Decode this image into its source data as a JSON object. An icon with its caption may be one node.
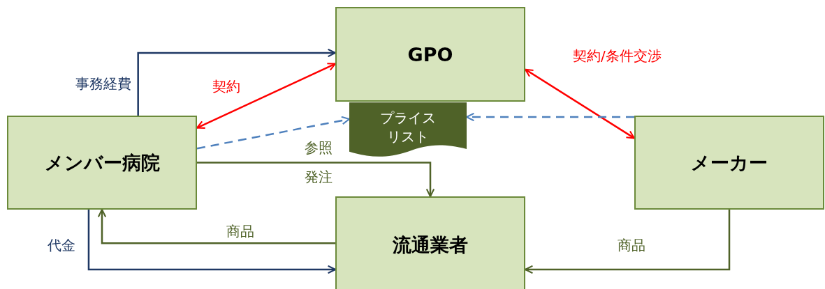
{
  "diagram": {
    "nodes": [
      {
        "text": [
          "GPO"
        ]
      },
      {
        "text": [
          "プライスリスト"
        ]
      },
      {
        "text": [
          "メンバー病院"
        ]
      },
      {
        "text": [
          "流通業者"
        ]
      },
      {
        "text": [
          "メーカー"
        ]
      }
    ],
    "edges": [
      {
        "from": 2,
        "to": 0,
        "arrow": "to",
        "label": "事務経費",
        "color": "#1f3864"
      },
      {
        "from": 2,
        "to": 0,
        "arrow": "both",
        "label": "契約",
        "color": "#ff0000"
      },
      {
        "from": 2,
        "to": 1,
        "arrow": "to",
        "style": "dashed",
        "color": "#4f81bd"
      },
      {
        "from": 0,
        "to": 4,
        "arrow": "both",
        "label": "契約/条件交渉",
        "color": "#ff0000"
      },
      {
        "from": 4,
        "to": 1,
        "arrow": "to",
        "style": "dashed",
        "color": "#4f81bd"
      },
      {
        "from": 2,
        "to": 3,
        "arrow": "to",
        "label": "発注"
      },
      {
        "from": 3,
        "to": 2,
        "arrow": "to",
        "label": "商品"
      },
      {
        "from": 2,
        "to": 3,
        "arrow": "to",
        "label": "代金",
        "color": "#1f3864"
      },
      {
        "from": 4,
        "to": 3,
        "arrow": "to",
        "label": "商品"
      }
    ],
    "labels": [
      "参照"
    ]
  }
}
